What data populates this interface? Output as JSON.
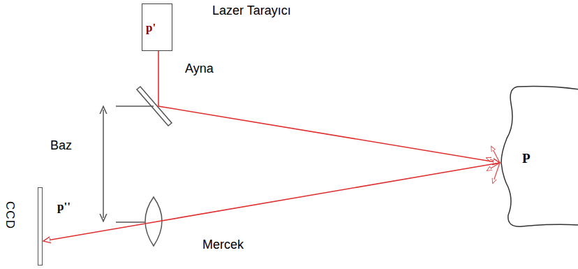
{
  "diagram": {
    "nodes": [
      {
        "text": [
          "Lazer Tarayıcı",
          "p'"
        ]
      },
      {
        "text": [
          "CCD"
        ]
      },
      {
        "text": [
          "P"
        ]
      }
    ],
    "edges": [
      {
        "from": 0,
        "to": 2,
        "arrow": "to"
      },
      {
        "from": 2,
        "to": 1,
        "arrow": "to"
      }
    ],
    "labels": [
      "Ayna",
      "Baz",
      "p''",
      "Mercek"
    ]
  }
}
